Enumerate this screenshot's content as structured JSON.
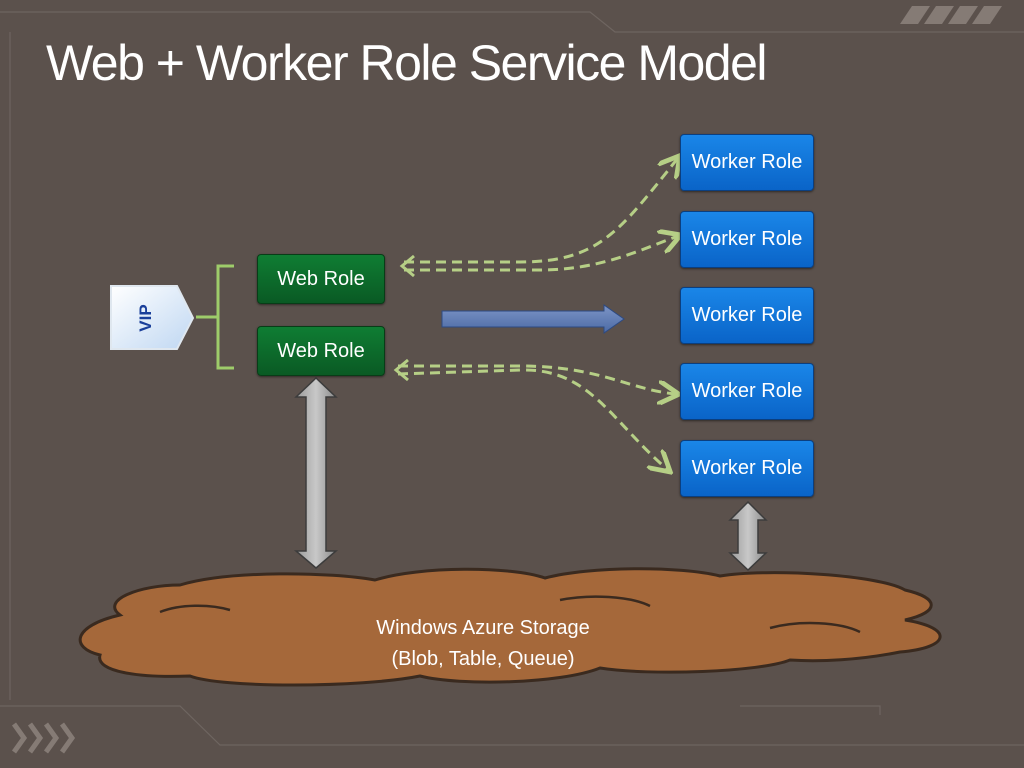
{
  "title": "Web + Worker Role Service Model",
  "vip_label": "VIP",
  "web_roles": [
    "Web Role",
    "Web Role"
  ],
  "worker_roles": [
    "Worker Role",
    "Worker Role",
    "Worker Role",
    "Worker Role",
    "Worker Role"
  ],
  "storage": {
    "line1": "Windows Azure Storage",
    "line2": "(Blob, Table, Queue)"
  },
  "colors": {
    "background": "#5b514c",
    "worker_blue": "#1279de",
    "web_green": "#0c6b2b",
    "dash_green": "#b6cf86",
    "storage_brown": "#a5683a"
  }
}
